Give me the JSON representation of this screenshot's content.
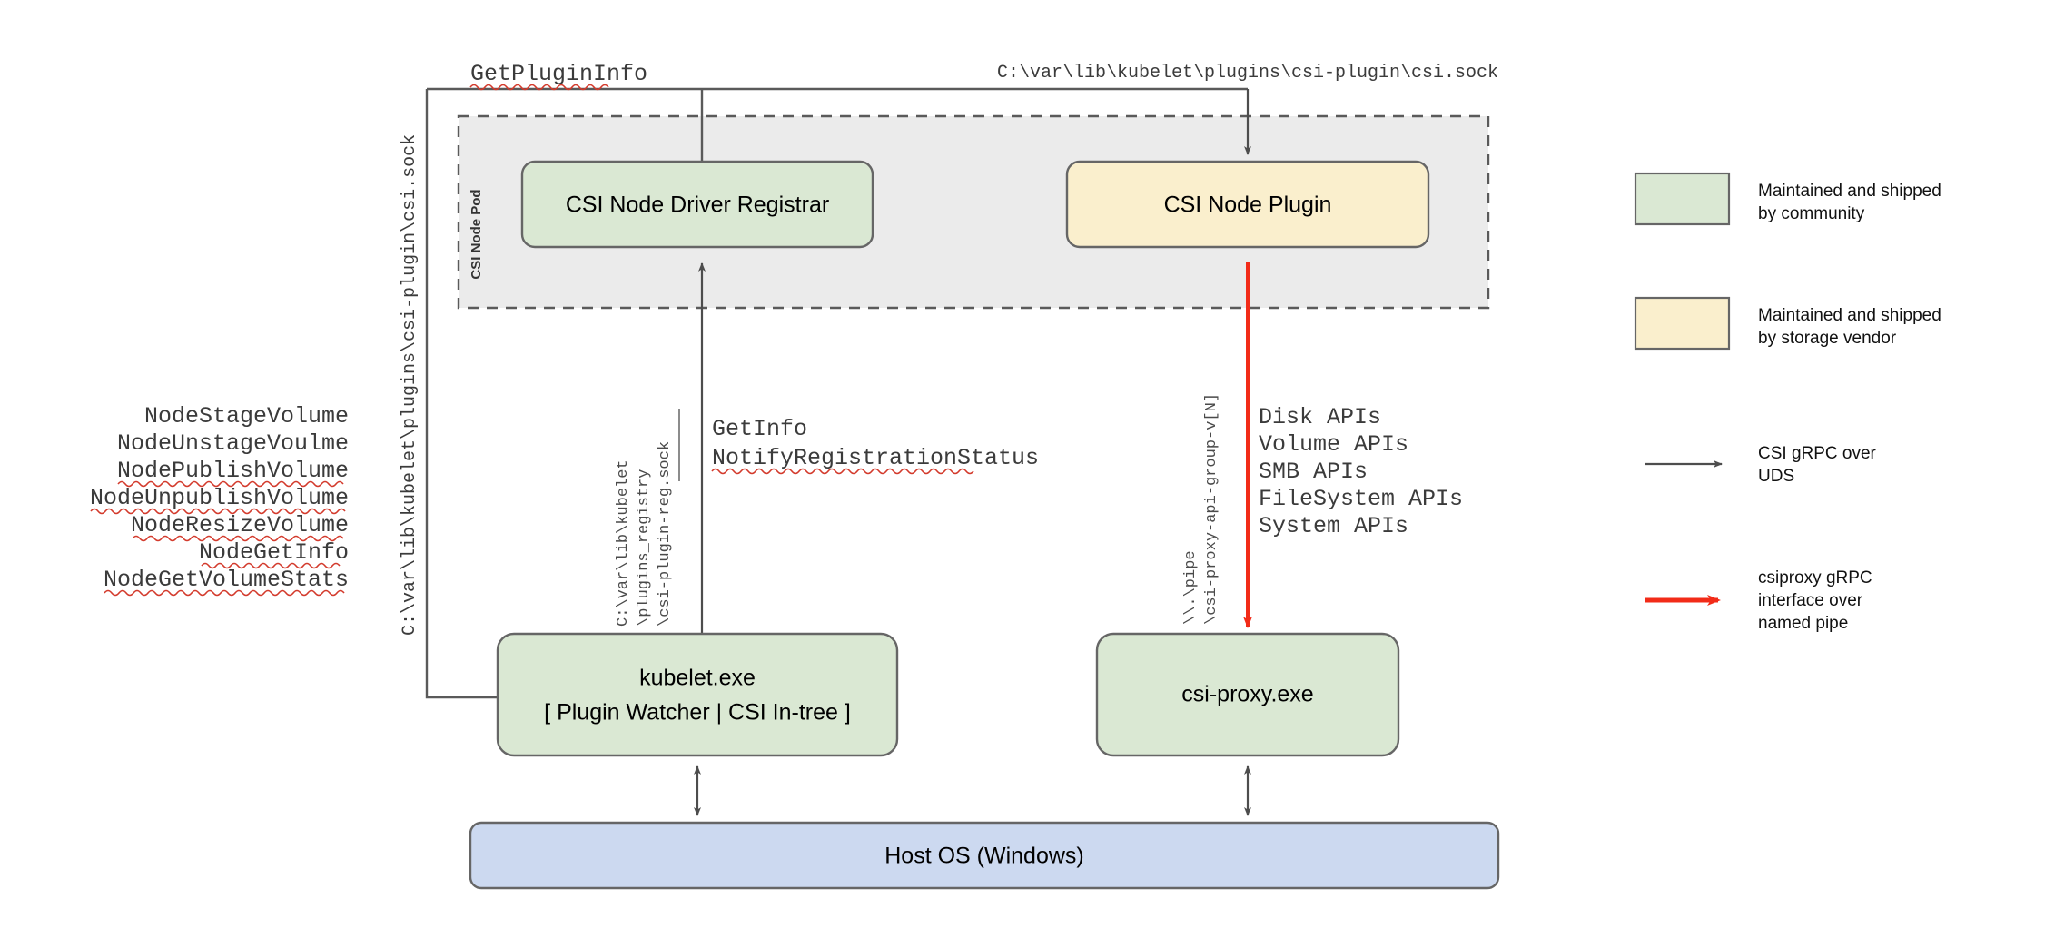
{
  "diagram": {
    "title_hidden": "",
    "pod_label": "CSI Node Pod",
    "boxes": {
      "registrar": "CSI Node Driver Registrar",
      "node_plugin": "CSI Node Plugin",
      "kubelet_line1": "kubelet.exe",
      "kubelet_line2": "[ Plugin Watcher | CSI In-tree ]",
      "csi_proxy": "csi-proxy.exe",
      "host_os": "Host OS (Windows)"
    },
    "labels": {
      "get_plugin_info": "GetPluginInfo",
      "csi_sock_path_top": "C:\\var\\lib\\kubelet\\plugins\\csi-plugin\\csi.sock",
      "csi_sock_path_left": "C:\\var\\lib\\kubelet\\plugins\\csi-plugin\\csi.sock",
      "registry_path": [
        "C:\\var\\lib\\kubelet",
        "\\plugins_registry",
        "\\csi-plugin-reg.sock"
      ],
      "pipe_path": [
        "\\\\.\\pipe",
        "\\csi-proxy-api-group-v[N]"
      ],
      "get_info": "GetInfo",
      "notify_registration_status": "NotifyRegistrationStatus"
    },
    "node_api_list": [
      {
        "text": "NodeStageVolume",
        "spell_error": false
      },
      {
        "text": "NodeUnstageVoulme",
        "spell_error": false
      },
      {
        "text": "NodePublishVolume",
        "spell_error": true
      },
      {
        "text": "NodeUnpublishVolume",
        "spell_error": true
      },
      {
        "text": "NodeResizeVolume",
        "spell_error": true
      },
      {
        "text": "NodeGetInfo",
        "spell_error": true
      },
      {
        "text": "NodeGetVolumeStats",
        "spell_error": true
      }
    ],
    "proxy_api_list": [
      "Disk APIs",
      "Volume APIs",
      "SMB APIs",
      "FileSystem APIs",
      "System APIs"
    ],
    "legend": [
      {
        "kind": "swatch",
        "color": "#dae8d3",
        "line1": "Maintained and shipped",
        "line2": "by community"
      },
      {
        "kind": "swatch",
        "color": "#faefcd",
        "line1": "Maintained and shipped",
        "line2": "by storage vendor"
      },
      {
        "kind": "arrow",
        "color": "#4d4d4d",
        "line1": "CSI gRPC over",
        "line2": "UDS"
      },
      {
        "kind": "arrow",
        "color": "#f22b18",
        "line1": "csiproxy gRPC",
        "line2": "interface over",
        "line3": "named pipe"
      }
    ],
    "colors": {
      "green_fill": "#dae8d3",
      "yellow_fill": "#faefcd",
      "blue_fill": "#ccd9f0",
      "pod_fill": "#ebebeb",
      "stroke": "#666666",
      "red": "#f22b18",
      "arrow_gray": "#4d4d4d",
      "spell_red": "#d33a2c"
    }
  }
}
